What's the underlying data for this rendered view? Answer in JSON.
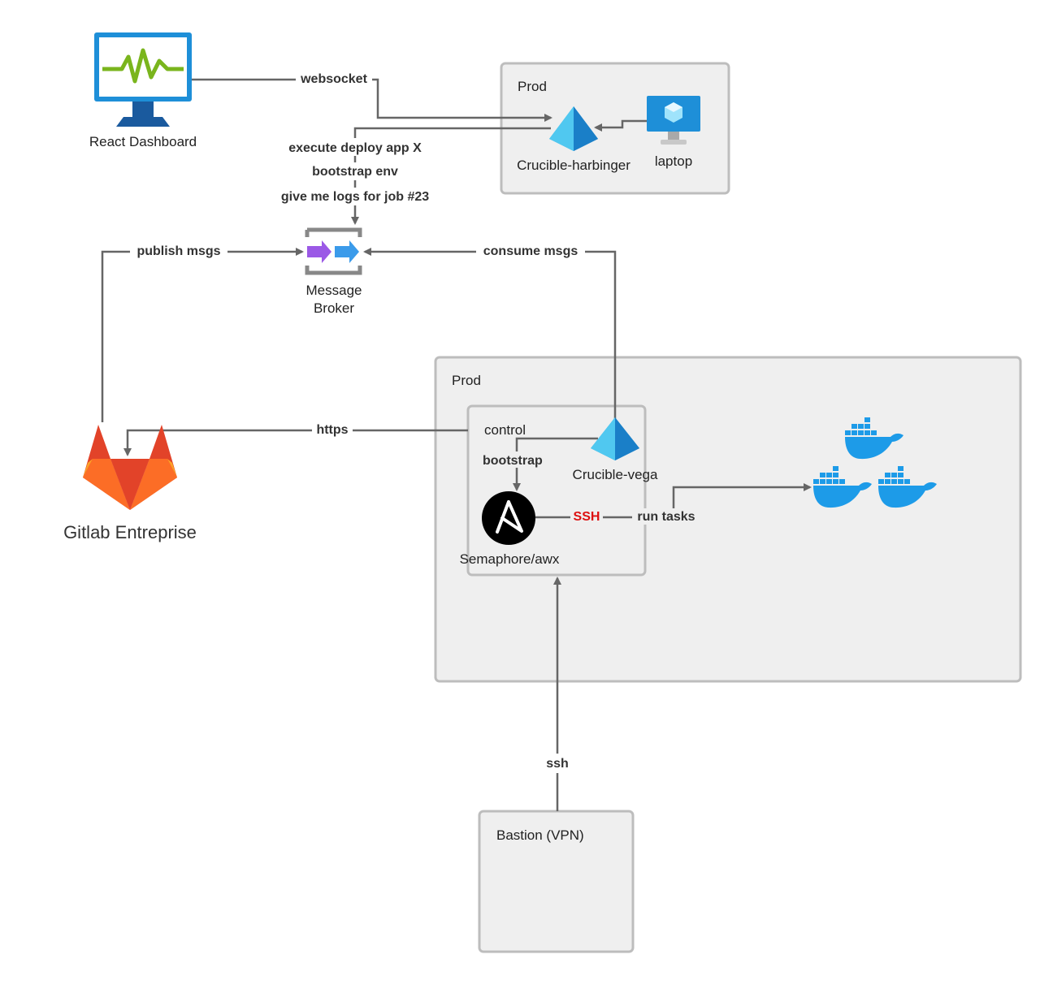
{
  "nodes": {
    "react_dashboard": "React Dashboard",
    "crucible_harbinger": "Crucible-harbinger",
    "laptop": "laptop",
    "message_broker_line1": "Message",
    "message_broker_line2": "Broker",
    "gitlab": "Gitlab Entreprise",
    "crucible_vega": "Crucible-vega",
    "semaphore": "Semaphore/awx"
  },
  "groups": {
    "prod_top": "Prod",
    "prod_main": "Prod",
    "bastion": "Bastion (VPN)"
  },
  "edges": {
    "websocket": "websocket",
    "cmd_deploy": "execute deploy app X",
    "cmd_bootstrap": "bootstrap env",
    "cmd_logs": "give me logs for job #23",
    "publish": "publish msgs",
    "consume": "consume msgs",
    "https": "https",
    "control": "control",
    "bootstrap": "bootstrap",
    "ssh_upper": "SSH",
    "run_tasks": "run tasks",
    "ssh_lower": "ssh"
  },
  "colors": {
    "monitor_blue": "#1e8fd8",
    "pulse_green": "#7ab51d",
    "azure_light": "#50c8f0",
    "azure_dark": "#1a7fc8",
    "broker_purple": "#9b59e6",
    "broker_blue": "#3b9bea",
    "gitlab_red": "#e24329",
    "gitlab_orange": "#fc6d26",
    "gitlab_yellow": "#fca326",
    "docker_blue": "#1d9be8",
    "ssh_red": "#dd1111"
  },
  "icons": [
    "monitor-icon",
    "azure-ad-icon",
    "vm-laptop-icon",
    "message-broker-icon",
    "gitlab-icon",
    "ansible-icon",
    "docker-icon"
  ]
}
